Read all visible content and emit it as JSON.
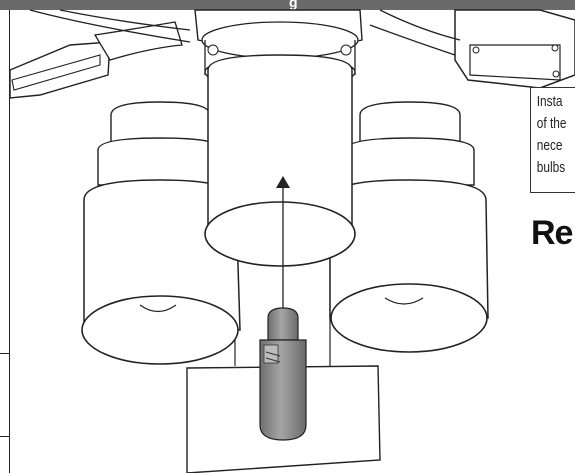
{
  "header": {
    "band_glyph": "g"
  },
  "callout": {
    "lines": [
      "Insta",
      "of the",
      "nece",
      "bulbs"
    ]
  },
  "section": {
    "heading": "Re"
  },
  "colors": {
    "header_band": "#6a6a6a",
    "bulb": "#8e8e8e",
    "line": "#222222"
  }
}
